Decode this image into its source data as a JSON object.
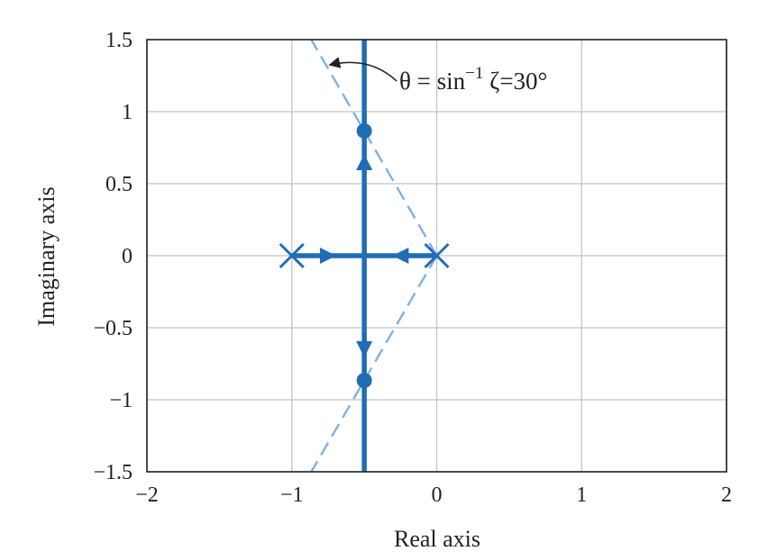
{
  "chart_data": {
    "type": "scatter",
    "title": "",
    "xlabel": "Real axis",
    "ylabel": "Imaginary axis",
    "xlim": [
      -2,
      2
    ],
    "ylim": [
      -1.5,
      1.5
    ],
    "x_ticks": [
      -2,
      -1,
      0,
      1,
      2
    ],
    "y_ticks": [
      -1.5,
      -1,
      -0.5,
      0,
      0.5,
      1,
      1.5
    ],
    "x_tick_labels": [
      "−2",
      "−1",
      "0",
      "1",
      "2"
    ],
    "y_tick_labels": [
      "−1.5",
      "−1",
      "−0.5",
      "0",
      "0.5",
      "1",
      "1.5"
    ],
    "grid": true,
    "poles": [
      {
        "x": -1,
        "y": 0
      },
      {
        "x": 0,
        "y": 0
      }
    ],
    "root_locus_branches": [
      {
        "points": [
          [
            -1,
            0
          ],
          [
            -0.5,
            0
          ]
        ]
      },
      {
        "points": [
          [
            0,
            0
          ],
          [
            -0.5,
            0
          ]
        ]
      },
      {
        "points": [
          [
            -0.5,
            0
          ],
          [
            -0.5,
            1.5
          ]
        ]
      },
      {
        "points": [
          [
            -0.5,
            0
          ],
          [
            -0.5,
            -1.5
          ]
        ]
      }
    ],
    "direction_arrows": [
      {
        "x": -0.75,
        "y": 0,
        "direction": "right"
      },
      {
        "x": -0.25,
        "y": 0,
        "direction": "left"
      },
      {
        "x": -0.5,
        "y": 0.65,
        "direction": "up"
      },
      {
        "x": -0.5,
        "y": -0.65,
        "direction": "down"
      }
    ],
    "marked_points": [
      {
        "x": -0.5,
        "y": 0.866
      },
      {
        "x": -0.5,
        "y": -0.866
      }
    ],
    "damping_lines": [
      {
        "points": [
          [
            0,
            0
          ],
          [
            -0.866,
            1.5
          ]
        ]
      },
      {
        "points": [
          [
            0,
            0
          ],
          [
            -0.866,
            -1.5
          ]
        ]
      }
    ],
    "annotation": {
      "text_prefix": "θ = sin",
      "text_superscript": "−1",
      "text_suffix": " ζ=30°",
      "points_to_line": 0
    },
    "colors": {
      "locus": "#1f6db5",
      "damping_line": "#7fb2de",
      "grid": "#c4c4c4",
      "frame": "#222222"
    }
  }
}
